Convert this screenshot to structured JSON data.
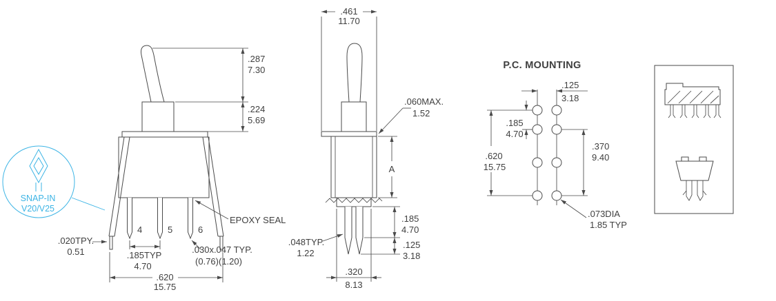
{
  "colors": {
    "line": "#4a4a4a",
    "accent": "#3cb4e5",
    "text": "#3f3f3f"
  },
  "front_view": {
    "pins": [
      "4",
      "5",
      "6"
    ],
    "epoxy_seal_label": "EPOXY SEAL",
    "snap_in": {
      "line1": "SNAP-IN",
      "line2": "V20/V25"
    },
    "dims": {
      "toggle_height": {
        "in": ".287",
        "mm": "7.30"
      },
      "bushing_height": {
        "in": ".224",
        "mm": "5.69"
      },
      "bracket_thickness": {
        "in": ".020TPY.",
        "mm": "0.51"
      },
      "terminal_pitch": {
        "in": ".185TYP",
        "mm": "4.70"
      },
      "terminal_section": {
        "in": ".030x.047 TYP.",
        "mm": "(0.76)(1.20)"
      },
      "bracket_span": {
        "in": ".620",
        "mm": "15.75"
      }
    }
  },
  "side_view": {
    "dims": {
      "body_width": {
        "in": ".461",
        "mm": "11.70"
      },
      "flange_max": {
        "in": ".060MAX.",
        "mm": "1.52"
      },
      "body_height": "A",
      "terminal_length": {
        "in": ".185",
        "mm": "4.70"
      },
      "terminal_width": {
        "in": ".048TYP.",
        "mm": "1.22"
      },
      "tip_length": {
        "in": ".125",
        "mm": "3.18"
      },
      "terminal_span": {
        "in": ".320",
        "mm": "8.13"
      }
    }
  },
  "pc_mounting": {
    "title": "P.C. MOUNTING",
    "dims": {
      "column_pitch": {
        "in": ".125",
        "mm": "3.18"
      },
      "row_pitch": {
        "in": ".185",
        "mm": "4.70"
      },
      "overall": {
        "in": ".620",
        "mm": "15.75"
      },
      "span": {
        "in": ".370",
        "mm": "9.40"
      },
      "hole_dia": {
        "in": ".073DIA",
        "mm": "1.85  TYP"
      }
    }
  }
}
